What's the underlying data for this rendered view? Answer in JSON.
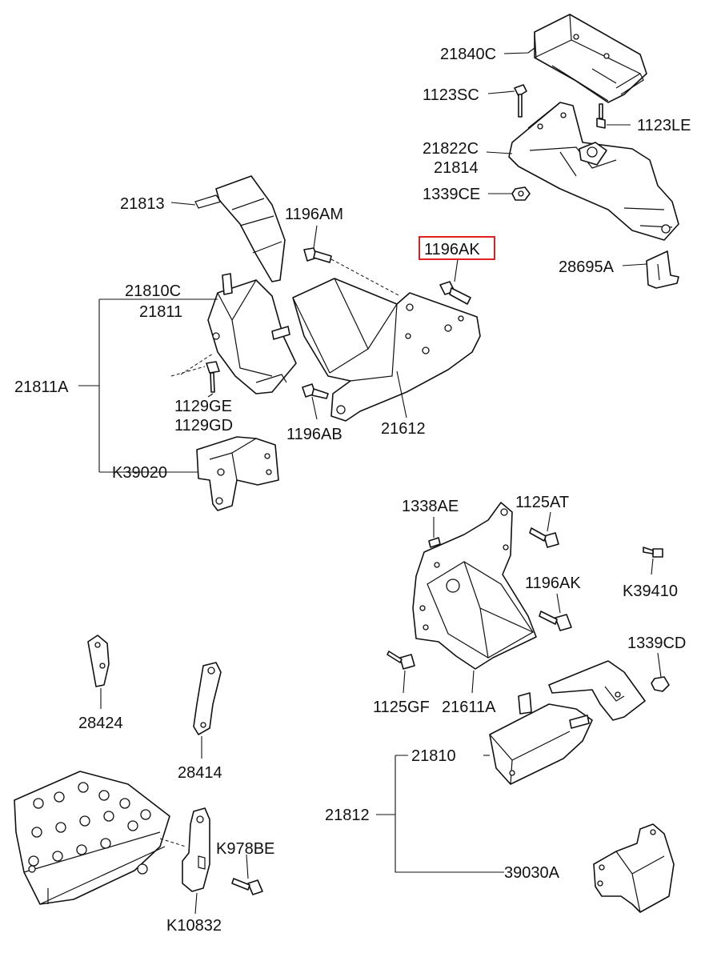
{
  "diagram": {
    "highlight_color": "#e02020",
    "labels": {
      "l21840C": "21840C",
      "l1123SC": "1123SC",
      "l1123LE": "1123LE",
      "l21822C": "21822C",
      "l21814": "21814",
      "l1339CE": "1339CE",
      "l28695A": "28695A",
      "l21813": "21813",
      "l1196AM": "1196AM",
      "l1196AK_top": "1196AK",
      "l21810C": "21810C",
      "l21811": "21811",
      "l21811A": "21811A",
      "l1129GE": "1129GE",
      "l1129GD": "1129GD",
      "l1196AB": "1196AB",
      "l21612": "21612",
      "lK39020": "K39020",
      "l1338AE": "1338AE",
      "l1125AT": "1125AT",
      "lK39410": "K39410",
      "l1196AK_mid": "1196AK",
      "l1339CD": "1339CD",
      "l1125GF": "1125GF",
      "l21611A": "21611A",
      "l28424": "28424",
      "l28414": "28414",
      "l21810": "21810",
      "l21812": "21812",
      "l39030A": "39030A",
      "lK978BE": "K978BE",
      "lK10832": "K10832"
    }
  }
}
